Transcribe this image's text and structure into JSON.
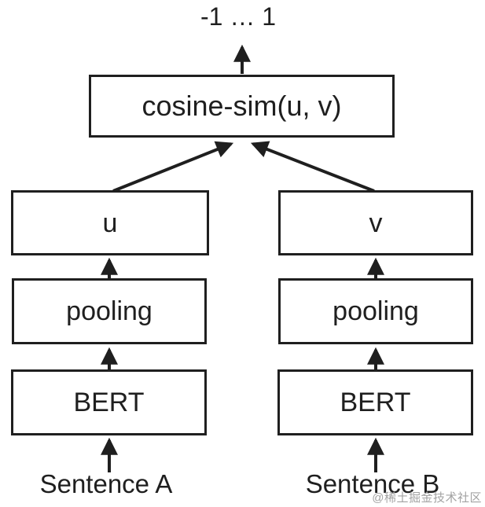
{
  "diagram": {
    "output_range_label": "-1 … 1",
    "cosine_box_label": "cosine-sim(u, v)",
    "branch_a": {
      "embedding_label": "u",
      "pooling_label": "pooling",
      "encoder_label": "BERT",
      "input_label": "Sentence A"
    },
    "branch_b": {
      "embedding_label": "v",
      "pooling_label": "pooling",
      "encoder_label": "BERT",
      "input_label": "Sentence B"
    },
    "colors": {
      "line": "#1f1f1f",
      "text": "#1f1f1f",
      "box_fill": "#ffffff",
      "background": "#ffffff",
      "watermark": "#a2a2a2"
    }
  },
  "watermark": {
    "text": "@稀土掘金技术社区"
  }
}
